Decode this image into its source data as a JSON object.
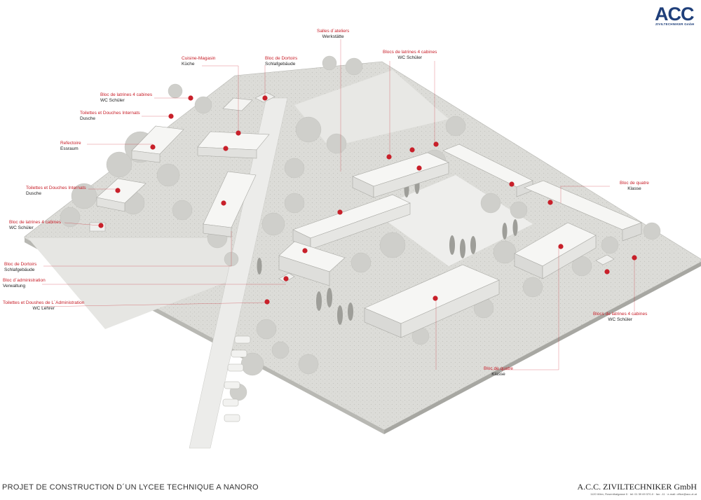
{
  "logo": {
    "mark": "ACC",
    "subtitle": "ZIVILTECHNIKER GmbH"
  },
  "footer": {
    "project_title": "PROJET DE CONSTRUCTION D´UN LYCEE TECHNIQUE A NANORO",
    "firm_name": "A.C.C. ZIVILTECHNIKER GmbH",
    "firm_address": "1120 Wien, Rosenthalgasse 5 · tel: 01 59 69 570-0 · fax: -11 · e-mail: office@acc-zt.at"
  },
  "colors": {
    "accent": "#c8202a",
    "brand": "#1f3f7a",
    "ground": "#d9d9d6",
    "building": "#f4f4f2"
  },
  "labels": [
    {
      "id": "salles-ateliers",
      "fr": "Salles d´ateliers",
      "de": "Werkstätte"
    },
    {
      "id": "latrines-top-right",
      "fr": "Blocs de latrines 4 cabines",
      "de": "WC Schüler"
    },
    {
      "id": "cuisine",
      "fr": "Cuisine-Magasin",
      "de": "Küche"
    },
    {
      "id": "dortoirs-top",
      "fr": "Bloc de Dortoirs",
      "de": "Schlafgebäude"
    },
    {
      "id": "latrines-left-1",
      "fr": "Bloc de latrines 4 cabines",
      "de": "WC Schüler"
    },
    {
      "id": "toilettes-internats-1",
      "fr": "Toilettes et Douches Internats",
      "de": "Dusche"
    },
    {
      "id": "refectoire",
      "fr": "Refectoire",
      "de": "Essraum"
    },
    {
      "id": "toilettes-internats-2",
      "fr": "Toilettes et Douches Internats",
      "de": "Dusche"
    },
    {
      "id": "latrines-left-2",
      "fr": "Bloc de latrines 4 cabines",
      "de": "WC Schüler"
    },
    {
      "id": "dortoirs-left",
      "fr": "Bloc de Dortoirs",
      "de": "Schlafgebäude"
    },
    {
      "id": "administration",
      "fr": "Bloc d´administration",
      "de": "Verwaltung"
    },
    {
      "id": "toilettes-admin",
      "fr": "Toilettes et Doushes de L´Administration",
      "de": "WC Lehrer"
    },
    {
      "id": "quatre-classes-right",
      "fr": "Bloc de quatre",
      "de": "Klasse"
    },
    {
      "id": "latrines-right",
      "fr": "Blocs de latrines 4 cabines",
      "de": "WC Schüler"
    },
    {
      "id": "quatre-classes-bottom",
      "fr": "Bloc de quatre",
      "de": "Klasse"
    }
  ]
}
